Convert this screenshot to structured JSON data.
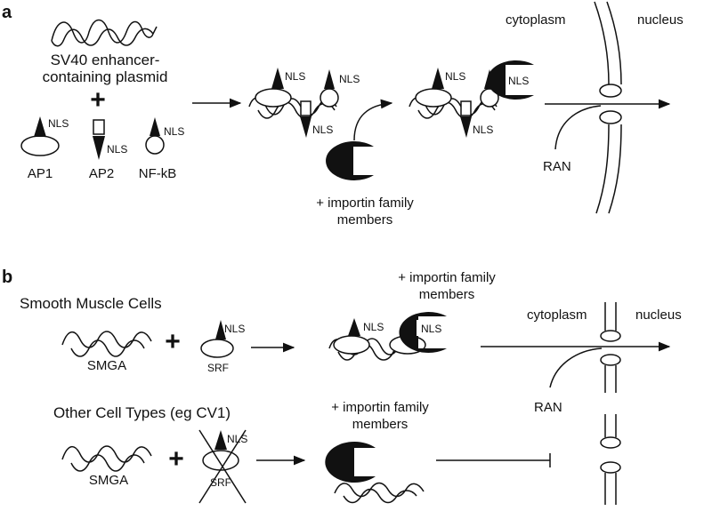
{
  "panel_a": {
    "letter": "a",
    "plasmid_line1": "SV40 enhancer-",
    "plasmid_line2": "containing plasmid",
    "plus": "+",
    "factors": [
      "AP1",
      "AP2",
      "NF-kB"
    ],
    "nls": "NLS",
    "importin_line1": "+ importin family",
    "importin_line2": "members",
    "cytoplasm": "cytoplasm",
    "nucleus": "nucleus",
    "ran": "RAN"
  },
  "panel_b": {
    "letter": "b",
    "smooth_title": "Smooth Muscle Cells",
    "smga": "SMGA",
    "srf": "SRF",
    "plus": "+",
    "nls": "NLS",
    "importin_line1": "+ importin family",
    "importin_line2": "members",
    "cytoplasm": "cytoplasm",
    "nucleus": "nucleus",
    "ran": "RAN",
    "other_title": "Other Cell Types (eg CV1)"
  }
}
